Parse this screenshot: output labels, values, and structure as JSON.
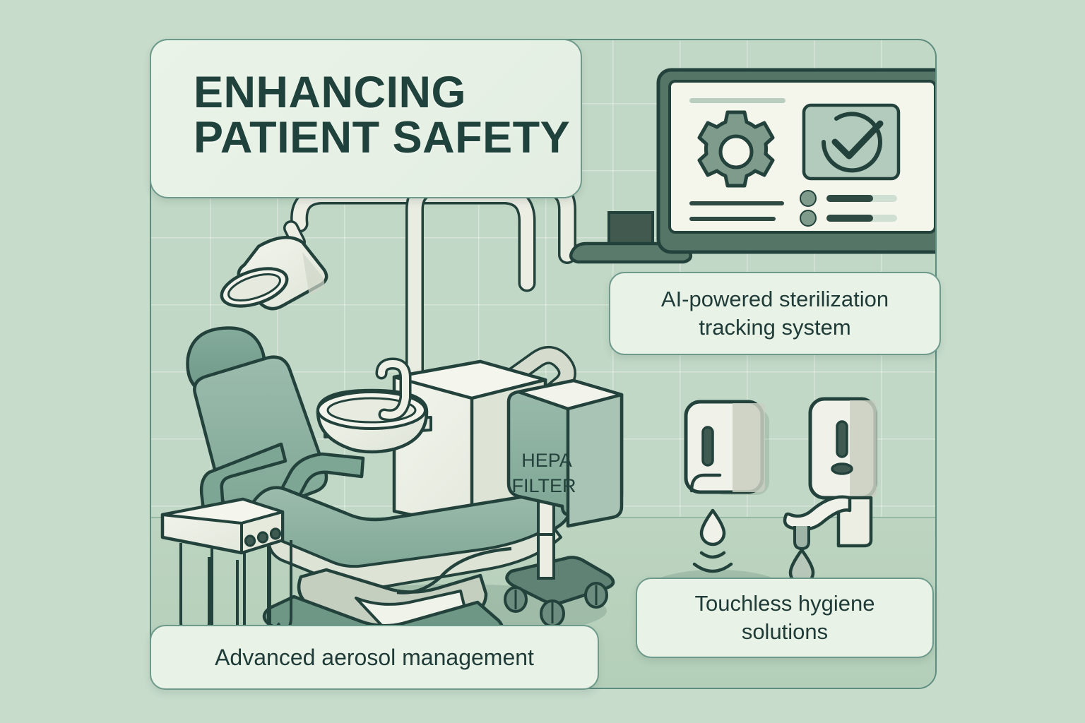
{
  "poster": {
    "title_line1": "Enhancing",
    "title_line2": "Patient Safety",
    "captions": {
      "sterilization": "AI-powered sterilization tracking system",
      "hygiene": "Touchless hygiene solutions",
      "aerosol": "Advanced aerosol management"
    },
    "labels": {
      "hepa_line1": "HEPA",
      "hepa_line2": "FILTER"
    }
  },
  "colors": {
    "page_background": "#c7dccb",
    "card_background": "#c2d8c6",
    "bubble_background": "#e9f2e7",
    "outline": "#23423c",
    "accent_border": "#6e9a8b",
    "chair_upholstery": "#8fb3a4",
    "equipment_white": "#eef1e9",
    "monitor_bezel": "#5c7f70",
    "screen": "#f4f5ec",
    "text": "#1f3b37"
  },
  "scene": {
    "objects": [
      {
        "name": "dental-chair",
        "description": "reclining dental chair with headrest and armrests"
      },
      {
        "name": "overhead-light",
        "description": "articulated dental operatory lamp"
      },
      {
        "name": "spittoon",
        "description": "bowl with curved faucet"
      },
      {
        "name": "instrument-tray",
        "description": "tray with three controls and four hanging hoses"
      },
      {
        "name": "extraoral-suction-arm",
        "description": "arched extraction tube"
      },
      {
        "name": "hepa-filter-cart",
        "description": "HEPA filter unit on rolling cart with casters"
      },
      {
        "name": "sterilization-monitor",
        "description": "desktop monitor showing gear, checkmark panel and progress bars"
      },
      {
        "name": "soap-dispenser",
        "description": "wall touchless soap dispenser with drop and sensor waves"
      },
      {
        "name": "touchless-faucet",
        "description": "wall touchless faucet with sensor and drop"
      }
    ],
    "monitor": {
      "gear_icon": "gear-icon",
      "check_icon": "check-circle-icon",
      "progress_rows": 2,
      "progress_fill_percent": 65
    },
    "hepa_cart": {
      "casters": 3
    },
    "instrument_tray": {
      "buttons": 3,
      "hoses": 4
    }
  }
}
